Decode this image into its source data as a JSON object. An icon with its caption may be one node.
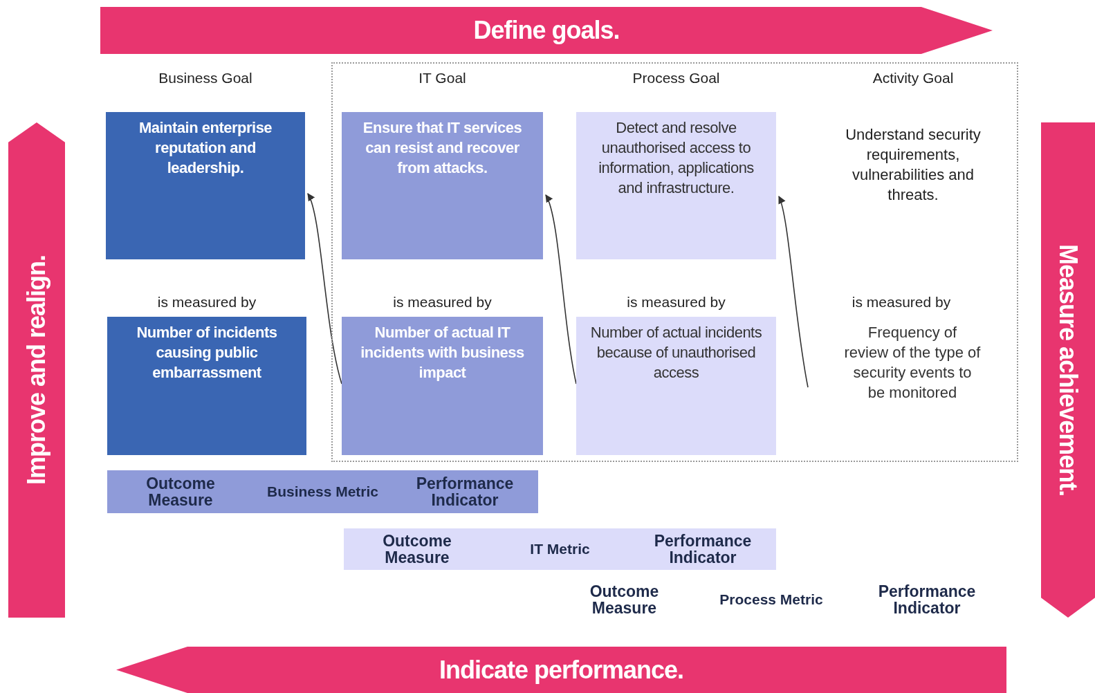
{
  "diagram": {
    "nodes": [
      {
        "text": [
          "Define goals."
        ]
      },
      {
        "text": [
          "Improve and realign."
        ]
      },
      {
        "text": [
          "Business Goal",
          "Maintain enterprise reputation and leadership."
        ]
      },
      {
        "text": [
          "IT Goal",
          "Ensure that IT services can resist and recover from attacks."
        ]
      },
      {
        "text": [
          "Process Goal",
          "Detect and resolve unauthorised access to information, applications and infrastructure."
        ]
      },
      {
        "text": [
          "Measure achievement."
        ]
      },
      {
        "text": [
          "is measured by",
          "Number of incidents causing public embarrassment"
        ]
      },
      {
        "text": [
          "is measured by",
          "Number of actual IT incidents with business impact"
        ]
      },
      {
        "text": [
          "is measured by",
          "Number of actual incidents because of unauthorised access"
        ]
      },
      {
        "text": [
          "is measured by",
          "Frequency of review of the type of security events to be monitored"
        ]
      },
      {
        "text": [
          "Outcome Measure",
          "Business Metric",
          "Performance Indicator"
        ]
      },
      {
        "text": [
          "Outcome Measure",
          "IT Metric",
          "Performance Indicator"
        ]
      },
      {
        "text": [
          "Indicate performance."
        ]
      }
    ],
    "edges": [
      {
        "from": 7,
        "to": 2,
        "arrow": "to"
      },
      {
        "from": 8,
        "to": 3,
        "arrow": "to"
      },
      {
        "from": 9,
        "to": 4,
        "arrow": "to"
      }
    ],
    "labels": [
      "Activity Goal",
      "Understand security requirements, vulnerabilities and threats.",
      "Outcome Measure",
      "Process Metric",
      "Performance Indicator"
    ]
  }
}
